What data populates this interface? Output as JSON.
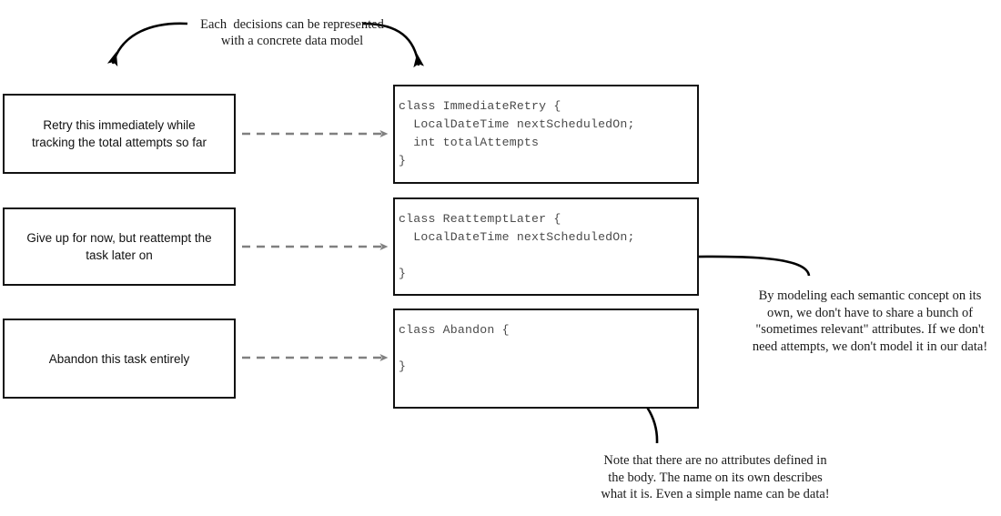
{
  "header": {
    "caption": "Each  decisions can be represented\nwith a concrete data model"
  },
  "decisions": [
    {
      "label": "Retry this immediately while\ntracking the total attempts so far"
    },
    {
      "label": "Give up for now, but reattempt the\ntask later on"
    },
    {
      "label": "Abandon this task entirely"
    }
  ],
  "code_boxes": [
    {
      "code": "class ImmediateRetry {\n  LocalDateTime nextScheduledOn;\n  int totalAttempts\n}"
    },
    {
      "code": "class ReattemptLater {\n  LocalDateTime nextScheduledOn;\n\n}"
    },
    {
      "code": "class Abandon {\n\n}"
    }
  ],
  "annotations": {
    "right": "By modeling each semantic concept on its\nown, we don't have to share a bunch of\n\"sometimes relevant\" attributes. If we don't\nneed attempts, we don't model it in our data!",
    "bottom": "Note that there are no attributes defined in\nthe body. The name on its own describes\nwhat it is. Even a simple name can be data!"
  },
  "colors": {
    "box_border": "#111111",
    "code_text": "#4a4a4a",
    "connector": "#808080",
    "annotation_arrow": "#000000",
    "background": "#ffffff"
  },
  "connectors": [
    {
      "name": "decision-to-code-1",
      "style": "dashed",
      "direction": "left-to-right"
    },
    {
      "name": "decision-to-code-2",
      "style": "dashed",
      "direction": "left-to-right"
    },
    {
      "name": "decision-to-code-3",
      "style": "dashed",
      "direction": "left-to-right"
    }
  ]
}
